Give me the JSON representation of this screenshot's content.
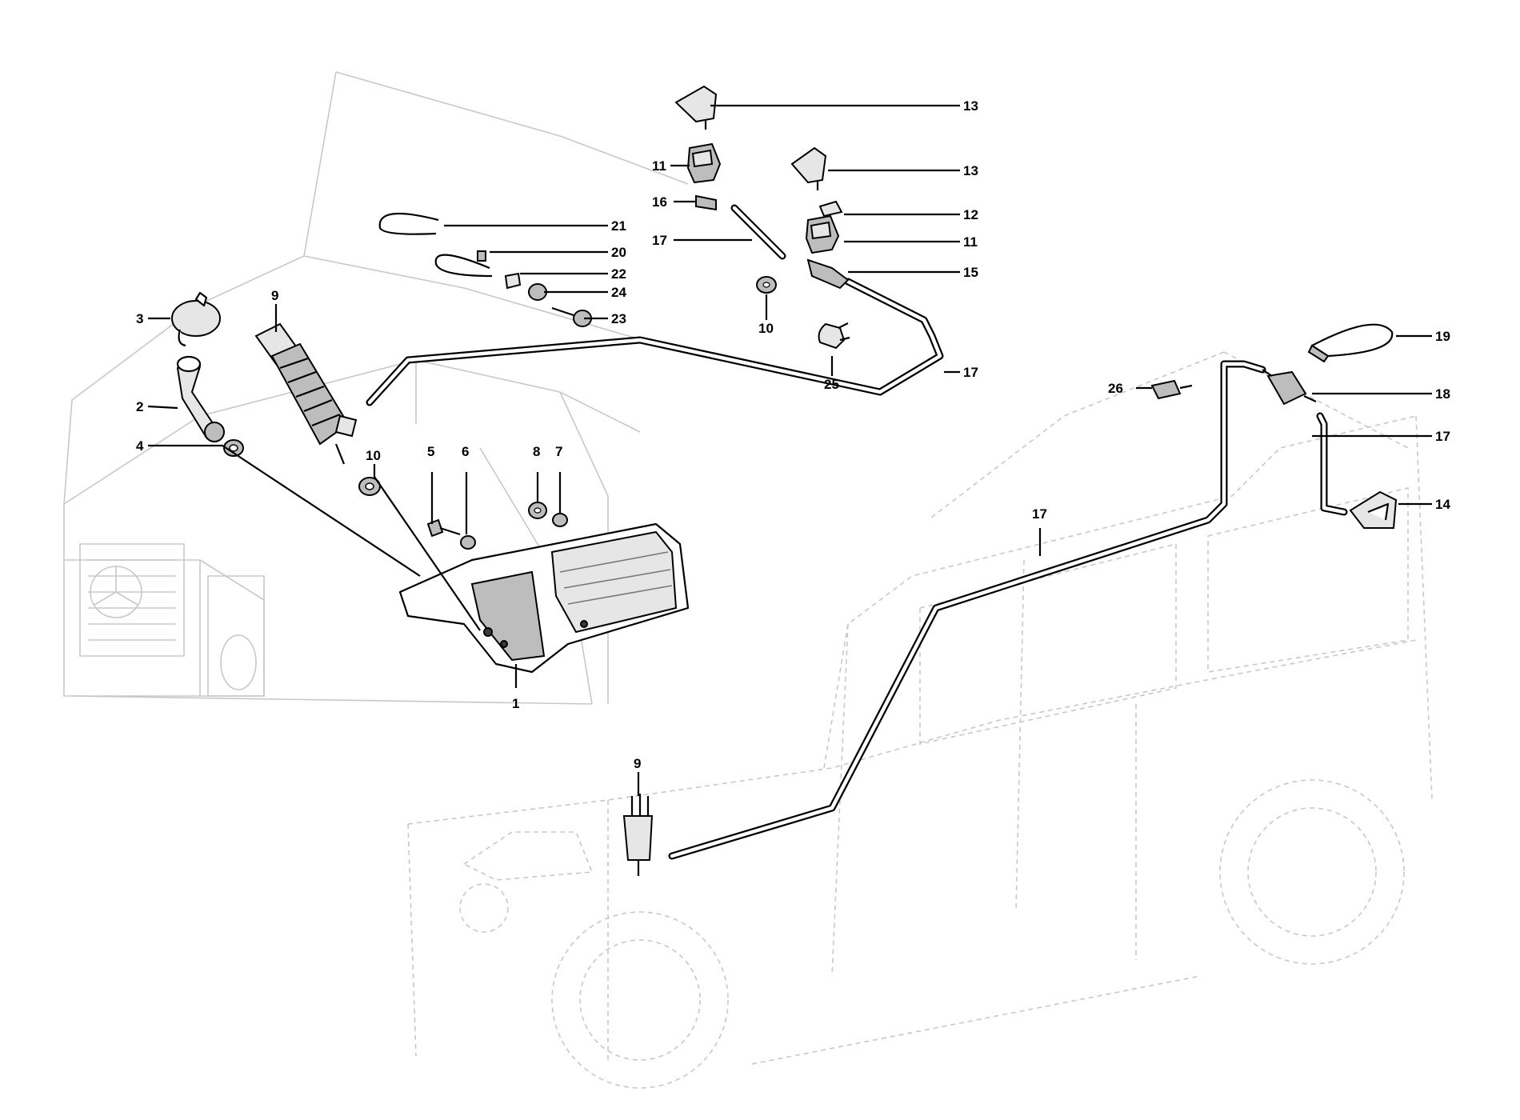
{
  "callouts": [
    {
      "id": "c1",
      "text": "1"
    },
    {
      "id": "c2",
      "text": "2"
    },
    {
      "id": "c3",
      "text": "3"
    },
    {
      "id": "c4",
      "text": "4"
    },
    {
      "id": "c5",
      "text": "5"
    },
    {
      "id": "c6",
      "text": "6"
    },
    {
      "id": "c7",
      "text": "7"
    },
    {
      "id": "c8",
      "text": "8"
    },
    {
      "id": "c9a",
      "text": "9"
    },
    {
      "id": "c9b",
      "text": "9"
    },
    {
      "id": "c10a",
      "text": "10"
    },
    {
      "id": "c10b",
      "text": "10"
    },
    {
      "id": "c11a",
      "text": "11"
    },
    {
      "id": "c11b",
      "text": "11"
    },
    {
      "id": "c12",
      "text": "12"
    },
    {
      "id": "c13a",
      "text": "13"
    },
    {
      "id": "c13b",
      "text": "13"
    },
    {
      "id": "c14",
      "text": "14"
    },
    {
      "id": "c15",
      "text": "15"
    },
    {
      "id": "c16",
      "text": "16"
    },
    {
      "id": "c17a",
      "text": "17"
    },
    {
      "id": "c17b",
      "text": "17"
    },
    {
      "id": "c17c",
      "text": "17"
    },
    {
      "id": "c17d",
      "text": "17"
    },
    {
      "id": "c18",
      "text": "18"
    },
    {
      "id": "c19",
      "text": "19"
    },
    {
      "id": "c20",
      "text": "20"
    },
    {
      "id": "c21",
      "text": "21"
    },
    {
      "id": "c22",
      "text": "22"
    },
    {
      "id": "c23",
      "text": "23"
    },
    {
      "id": "c24",
      "text": "24"
    },
    {
      "id": "c25",
      "text": "25"
    },
    {
      "id": "c26",
      "text": "26"
    }
  ]
}
